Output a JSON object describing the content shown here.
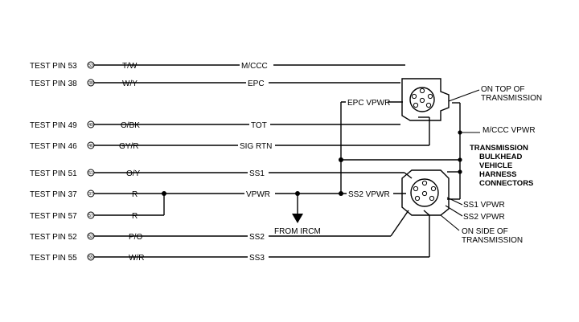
{
  "test_pins": [
    {
      "label": "TEST PIN 53",
      "pin_mark": "53",
      "wire_color": "T/W",
      "circuit": "M/CCC"
    },
    {
      "label": "TEST PIN 38",
      "pin_mark": "38",
      "wire_color": "W/Y",
      "circuit": "EPC"
    },
    {
      "label": "TEST PIN 49",
      "pin_mark": "49",
      "wire_color": "O/BK",
      "circuit": "TOT"
    },
    {
      "label": "TEST PIN 46",
      "pin_mark": "46",
      "wire_color": "GY/R",
      "circuit": "SIG RTN"
    },
    {
      "label": "TEST PIN 51",
      "pin_mark": "51",
      "wire_color": "O/Y",
      "circuit": "SS1"
    },
    {
      "label": "TEST PIN 37",
      "pin_mark": "37",
      "wire_color": "R",
      "circuit": "VPWR"
    },
    {
      "label": "TEST PIN 57",
      "pin_mark": "57",
      "wire_color": "R",
      "circuit": ""
    },
    {
      "label": "TEST PIN 52",
      "pin_mark": "52",
      "wire_color": "P/O",
      "circuit": "SS2"
    },
    {
      "label": "TEST PIN 55",
      "pin_mark": "55",
      "wire_color": "W/R",
      "circuit": "SS3"
    }
  ],
  "labels": {
    "from_ircm": "FROM IRCM",
    "epc_vpwr": "EPC VPWR",
    "ss2_vpwr_left": "SS2 VPWR",
    "mccc_vpwr": "M/CCC VPWR",
    "ss1_vpwr": "SS1 VPWR",
    "ss2_vpwr_right": "SS2 VPWR",
    "on_top_line1": "ON TOP OF",
    "on_top_line2": "TRANSMISSION",
    "on_side_line1": "ON SIDE OF",
    "on_side_line2": "TRANSMISSION",
    "bulkhead_lines": [
      "TRANSMISSION",
      "BULKHEAD",
      "VEHICLE",
      "HARNESS",
      "CONNECTORS"
    ]
  }
}
